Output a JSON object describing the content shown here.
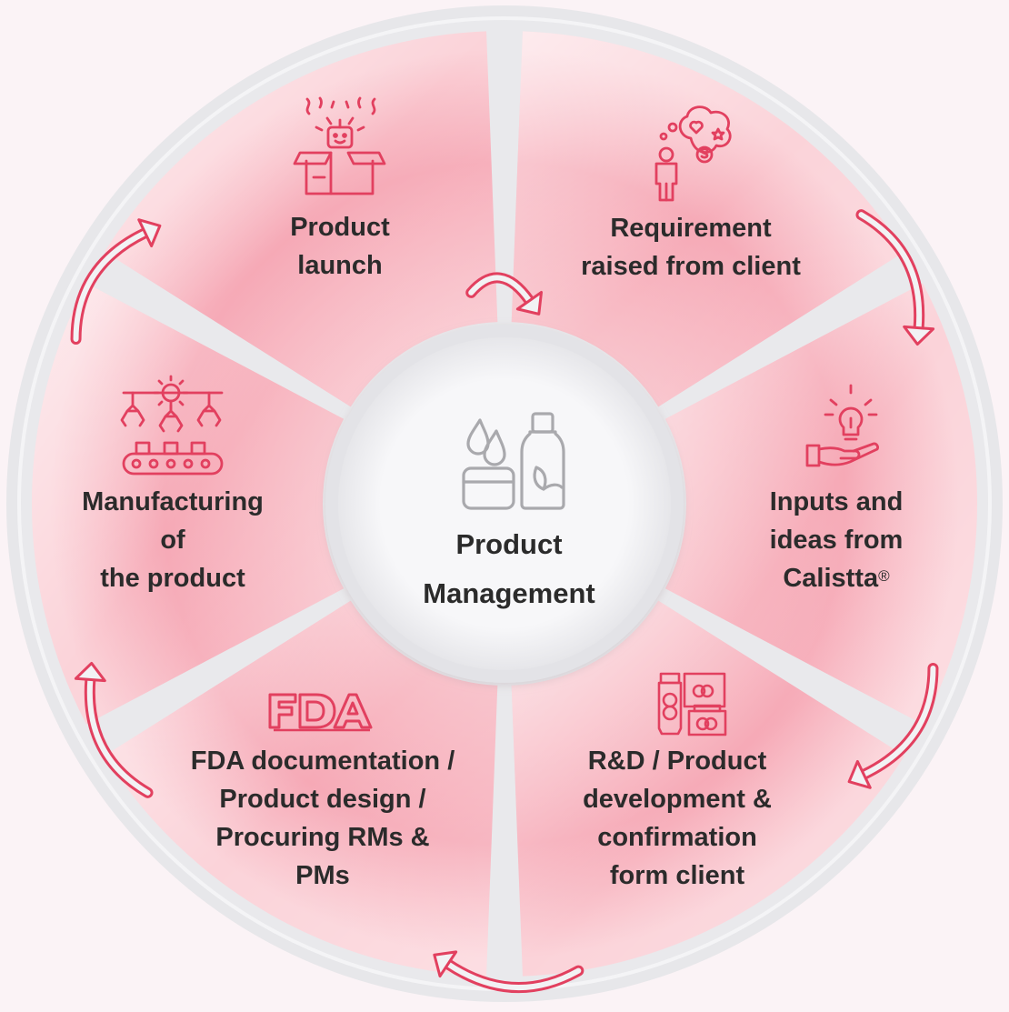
{
  "center": {
    "title_lines": [
      "Product",
      "Management"
    ],
    "icon": "cosmetics-icon"
  },
  "steps": [
    {
      "lines": [
        "Requirement",
        "raised from client"
      ],
      "icon": "client-idea-icon"
    },
    {
      "lines": [
        "Inputs and",
        "ideas from",
        "Calistta"
      ],
      "registered": "®",
      "icon": "lightbulb-hand-icon"
    },
    {
      "lines": [
        "R&D / Product",
        "development &",
        "confirmation",
        "form client"
      ],
      "icon": "cosmetic-products-icon"
    },
    {
      "lines": [
        "FDA documentation /",
        "Product design /",
        "Procuring RMs &",
        "PMs"
      ],
      "icon": "fda-logo",
      "logo_text": "FDA"
    },
    {
      "lines": [
        "Manufacturing",
        "of",
        "the product"
      ],
      "icon": "conveyor-factory-icon"
    },
    {
      "lines": [
        "Product",
        "launch"
      ],
      "icon": "gift-box-launch-icon"
    }
  ],
  "colors": {
    "accent": "#e2405f",
    "segment_light": "#fde3e7",
    "segment_mid": "#f8b7c1",
    "segment_dark": "#f39aa9",
    "ring": "#e4e4e7",
    "center_fill": "#f6f6f8",
    "text": "#2b2b2b",
    "center_icon": "#a9a9ad"
  }
}
